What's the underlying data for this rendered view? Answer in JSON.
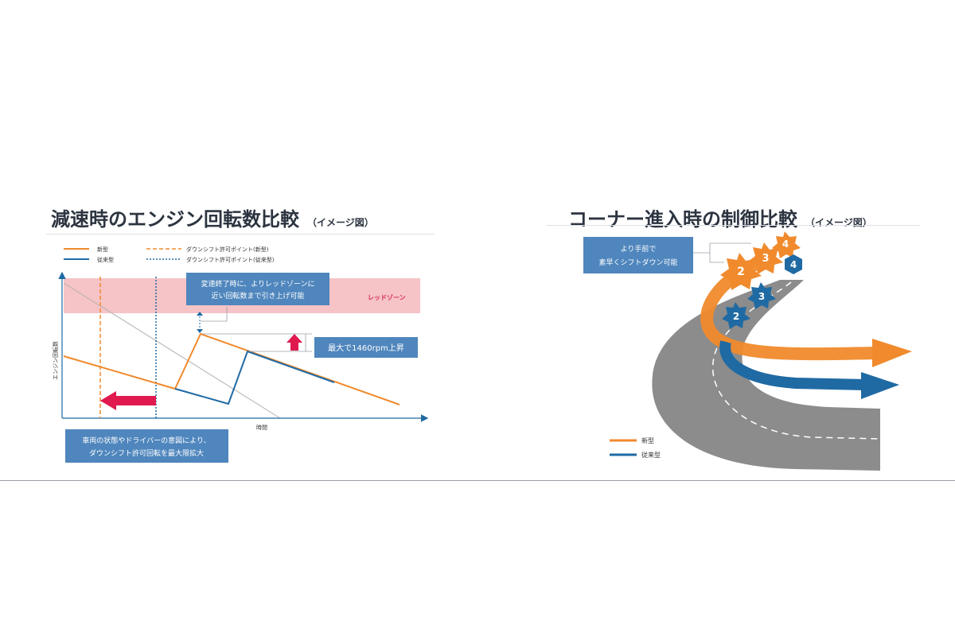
{
  "left_panel": {
    "title": "減速時のエンジン回転数比較",
    "title_note": "（イメージ図）",
    "legend": {
      "new": "新型",
      "old": "従来型",
      "new_point": "ダウンシフト許可ポイント(新型)",
      "old_point": "ダウンシフト許可ポイント(従来型)"
    },
    "y_axis_label": "エンジン回転数",
    "x_axis_label": "時間",
    "red_zone_label": "レッドゾーン",
    "callout_top": [
      "変速終了時に、よりレッドゾーンに",
      "近い回転数まで引き上げ可能"
    ],
    "callout_rpm": "最大で1460rpm上昇",
    "callout_bottom": [
      "車両の状態やドライバーの意図により、",
      "ダウンシフト許可回転を最大限拡大"
    ]
  },
  "right_panel": {
    "title": "コーナー進入時の制御比較",
    "title_note": "（イメージ図）",
    "callout": [
      "より手前で",
      "素早くシフトダウン可能"
    ],
    "new_gears": [
      "4",
      "3",
      "2"
    ],
    "old_gears": [
      "4",
      "3",
      "2"
    ],
    "legend": {
      "new": "新型",
      "old": "従来型"
    }
  },
  "colors": {
    "orange": "#f08a2c",
    "blue": "#1f6aa3",
    "callout_blue": "#4f86bd",
    "red_zone": "#f6c3c6",
    "red_zone_text": "#d8325a",
    "red_arrow": "#e01a4f",
    "road": "#8c8c8c",
    "title": "#2c3440"
  }
}
